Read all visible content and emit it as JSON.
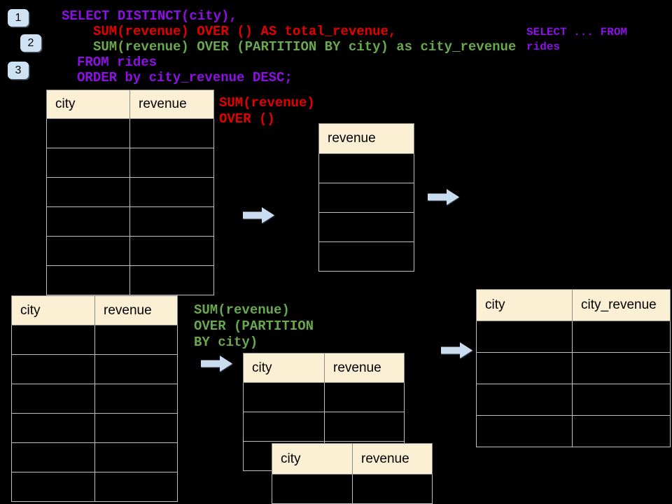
{
  "badges": {
    "step1": "1",
    "step2": "2",
    "step3": "3"
  },
  "sql": {
    "lines": [
      {
        "text": "SELECT DISTINCT(city),",
        "color": "purple"
      },
      {
        "text": "SUM(revenue) OVER () AS total_revenue,",
        "color": "red"
      },
      {
        "text": "SUM(revenue) OVER (PARTITION BY city) as city_revenue",
        "color": "green"
      },
      {
        "text": "FROM rides",
        "color": "purple"
      },
      {
        "text": "ORDER by city_revenue DESC;",
        "color": "purple"
      }
    ],
    "side_note": "SELECT ... FROM\nrides"
  },
  "annotations": {
    "total_window": "SUM(revenue)\nOVER ()",
    "partition_window": "SUM(revenue)\nOVER (PARTITION\nBY city)"
  },
  "tables": {
    "source_top": {
      "headers": [
        "city",
        "revenue"
      ],
      "row_count": 6
    },
    "total_result": {
      "headers": [
        "revenue"
      ],
      "row_count": 4
    },
    "source_bottom": {
      "headers": [
        "city",
        "revenue"
      ],
      "row_count": 6
    },
    "partition_step": {
      "headers": [
        "city",
        "revenue"
      ],
      "row_count": 3
    },
    "partition_overlay": {
      "headers": [
        "city",
        "revenue"
      ],
      "row_count": 1
    },
    "partition_result": {
      "headers": [
        "city",
        "city_revenue"
      ],
      "row_count": 4
    }
  },
  "colors": {
    "background": "#000000",
    "code_purple": "#8E10E6",
    "code_red": "#E50000",
    "code_green": "#6AA84F",
    "table_header_fill": "#FBF0D3",
    "table_border": "#BEBEBE",
    "arrow_fill": "#C9DCF0",
    "badge_fill": "#CFE2F3"
  }
}
